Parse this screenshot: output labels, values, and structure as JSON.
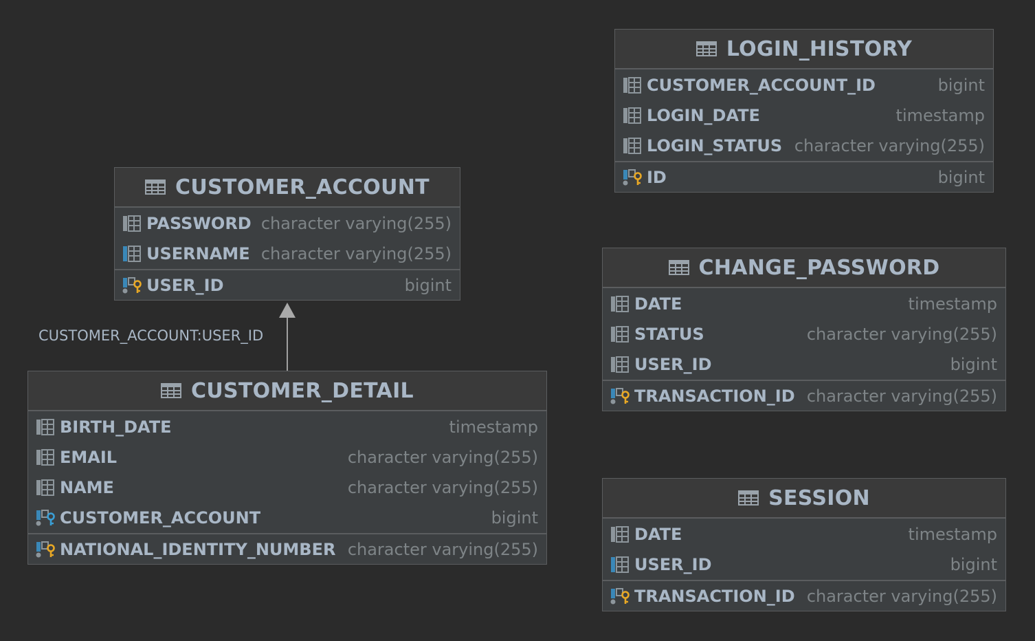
{
  "colors": {
    "background": "#2b2b2b",
    "entity_fill": "#3c3f41",
    "title_text": "#a9b7c6",
    "type_text": "#7e8487",
    "pk_key": "#e8a825",
    "fk_key": "#3a9fd6",
    "border": "#5b5d5f"
  },
  "relationship": {
    "label": "CUSTOMER_ACCOUNT:USER_ID",
    "from": "CUSTOMER_DETAIL",
    "to": "CUSTOMER_ACCOUNT"
  },
  "tables": {
    "customer_account": {
      "name": "CUSTOMER_ACCOUNT",
      "columns": [
        {
          "name": "PASSWORD",
          "type": "character varying(255)",
          "icon": "column-icon"
        },
        {
          "name": "USERNAME",
          "type": "character varying(255)",
          "icon": "indexed-column-icon"
        }
      ],
      "pk": {
        "name": "USER_ID",
        "type": "bigint",
        "icon": "primary-key-icon"
      }
    },
    "customer_detail": {
      "name": "CUSTOMER_DETAIL",
      "columns": [
        {
          "name": "BIRTH_DATE",
          "type": "timestamp",
          "icon": "column-icon"
        },
        {
          "name": "EMAIL",
          "type": "character varying(255)",
          "icon": "column-icon"
        },
        {
          "name": "NAME",
          "type": "character varying(255)",
          "icon": "column-icon"
        },
        {
          "name": "CUSTOMER_ACCOUNT",
          "type": "bigint",
          "icon": "foreign-key-icon"
        }
      ],
      "pk": {
        "name": "NATIONAL_IDENTITY_NUMBER",
        "type": "character varying(255)",
        "icon": "primary-key-icon"
      }
    },
    "login_history": {
      "name": "LOGIN_HISTORY",
      "columns": [
        {
          "name": "CUSTOMER_ACCOUNT_ID",
          "type": "bigint",
          "icon": "column-icon"
        },
        {
          "name": "LOGIN_DATE",
          "type": "timestamp",
          "icon": "column-icon"
        },
        {
          "name": "LOGIN_STATUS",
          "type": "character varying(255)",
          "icon": "column-icon"
        }
      ],
      "pk": {
        "name": "ID",
        "type": "bigint",
        "icon": "primary-key-icon"
      }
    },
    "change_password": {
      "name": "CHANGE_PASSWORD",
      "columns": [
        {
          "name": "DATE",
          "type": "timestamp",
          "icon": "column-icon"
        },
        {
          "name": "STATUS",
          "type": "character varying(255)",
          "icon": "column-icon"
        },
        {
          "name": "USER_ID",
          "type": "bigint",
          "icon": "column-icon"
        }
      ],
      "pk": {
        "name": "TRANSACTION_ID",
        "type": "character varying(255)",
        "icon": "primary-key-icon"
      }
    },
    "session": {
      "name": "SESSION",
      "columns": [
        {
          "name": "DATE",
          "type": "timestamp",
          "icon": "column-icon"
        },
        {
          "name": "USER_ID",
          "type": "bigint",
          "icon": "indexed-column-icon"
        }
      ],
      "pk": {
        "name": "TRANSACTION_ID",
        "type": "character varying(255)",
        "icon": "primary-key-icon"
      }
    }
  }
}
